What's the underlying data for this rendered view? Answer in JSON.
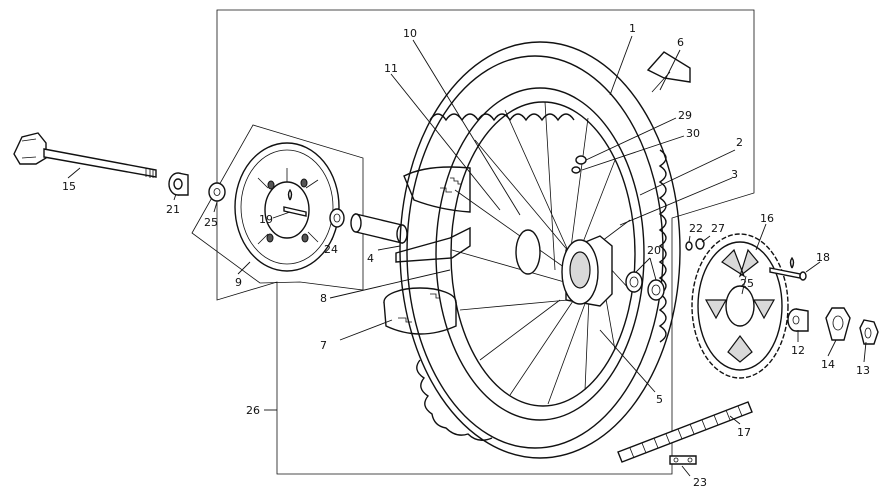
{
  "diagram": {
    "callouts": [
      {
        "id": "1",
        "label": "1"
      },
      {
        "id": "2",
        "label": "2"
      },
      {
        "id": "3",
        "label": "3"
      },
      {
        "id": "4",
        "label": "4"
      },
      {
        "id": "5",
        "label": "5"
      },
      {
        "id": "6",
        "label": "6"
      },
      {
        "id": "7",
        "label": "7"
      },
      {
        "id": "8",
        "label": "8"
      },
      {
        "id": "9",
        "label": "9"
      },
      {
        "id": "10",
        "label": "10"
      },
      {
        "id": "11",
        "label": "11"
      },
      {
        "id": "12",
        "label": "12"
      },
      {
        "id": "13",
        "label": "13"
      },
      {
        "id": "14",
        "label": "14"
      },
      {
        "id": "15",
        "label": "15"
      },
      {
        "id": "16",
        "label": "16"
      },
      {
        "id": "17",
        "label": "17"
      },
      {
        "id": "18",
        "label": "18"
      },
      {
        "id": "19",
        "label": "19"
      },
      {
        "id": "20",
        "label": "20"
      },
      {
        "id": "21",
        "label": "21"
      },
      {
        "id": "22",
        "label": "22"
      },
      {
        "id": "23",
        "label": "23"
      },
      {
        "id": "24",
        "label": "24"
      },
      {
        "id": "25a",
        "label": "25"
      },
      {
        "id": "25b",
        "label": "25"
      },
      {
        "id": "26",
        "label": "26"
      },
      {
        "id": "27",
        "label": "27"
      },
      {
        "id": "29",
        "label": "29"
      },
      {
        "id": "30",
        "label": "30"
      }
    ]
  }
}
